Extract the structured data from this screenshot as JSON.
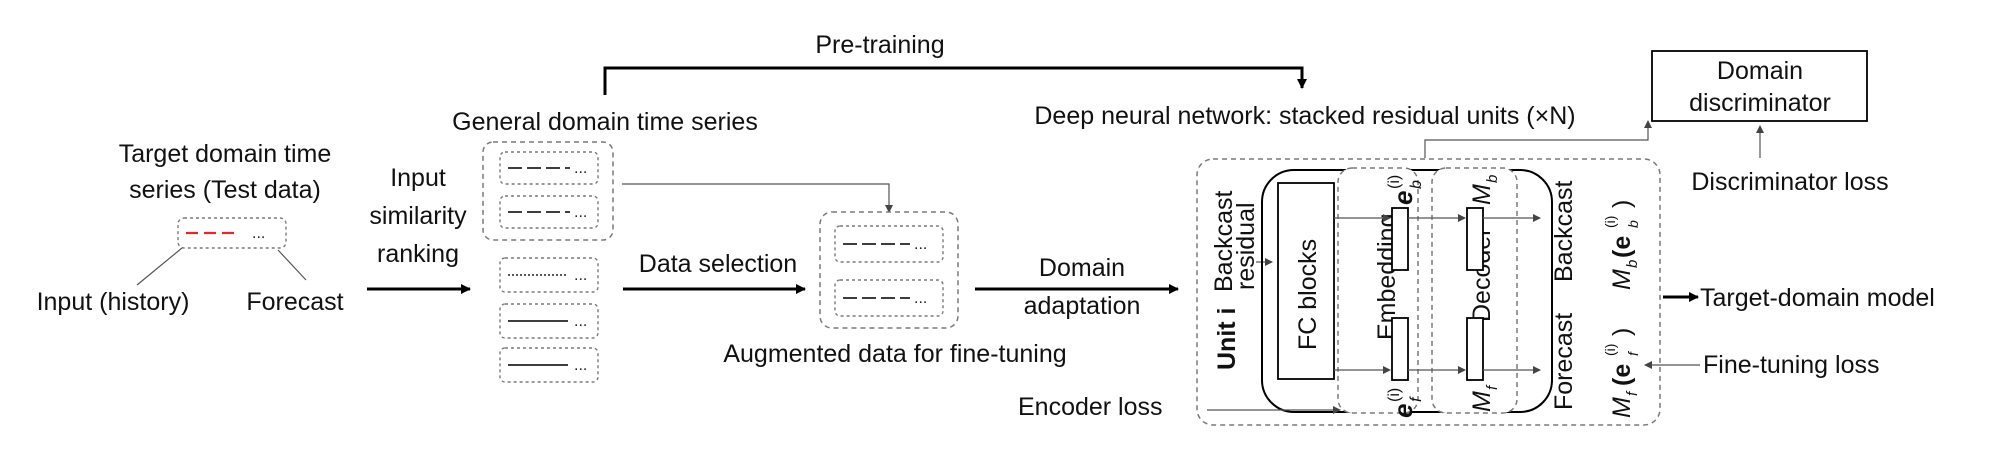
{
  "labels": {
    "pretraining": "Pre-training",
    "general_domain": "General domain time series",
    "target_domain_line1": "Target domain time",
    "target_domain_line2": "series (Test data)",
    "input_similarity_line1": "Input",
    "input_similarity_line2": "similarity",
    "input_similarity_line3": "ranking",
    "input_history": "Input (history)",
    "forecast_arrow_label": "Forecast",
    "data_selection": "Data selection",
    "augmented_data": "Augmented data for fine-tuning",
    "domain_adaptation_line1": "Domain",
    "domain_adaptation_line2": "adaptation",
    "dnn_title": "Deep neural network: stacked residual units (×N)",
    "domain_discriminator_line1": "Domain",
    "domain_discriminator_line2": "discriminator",
    "discriminator_loss": "Discriminator loss",
    "target_domain_model": "Target-domain model",
    "finetuning_loss": "Fine-tuning loss",
    "encoder_loss": "Encoder loss",
    "unit_i": "Unit i",
    "backcast_residual_line1": "Backcast",
    "backcast_residual_line2": "residual",
    "fc_blocks": "FC blocks",
    "embedding": "Embedding",
    "decoder": "Decoder",
    "backcast_out": "Backcast",
    "forecast_out": "Forecast",
    "e_b": "e",
    "e_b_sup": "(i)",
    "e_b_sub": "b",
    "e_f": "e",
    "e_f_sup": "(i)",
    "e_f_sub": "f",
    "m_b": "M",
    "m_b_sub": "b",
    "m_f": "M",
    "m_f_sub": "f",
    "mb_eb": "M",
    "mb_eb_sub": "b",
    "mb_eb_arg": "(e",
    "mb_eb_arg_sup": "(i)",
    "mb_eb_arg_sub": "b",
    "mb_eb_close": ")",
    "mf_ef": "M",
    "mf_ef_sub": "f",
    "mf_ef_arg": "(e",
    "mf_ef_arg_sup": "(i)",
    "mf_ef_arg_sub": "f",
    "mf_ef_close": ")",
    "ellipsis": "..."
  },
  "colors": {
    "target_input_dash": "#e0282a",
    "line": "#000000",
    "dashed_border": "#7a7a7a"
  }
}
